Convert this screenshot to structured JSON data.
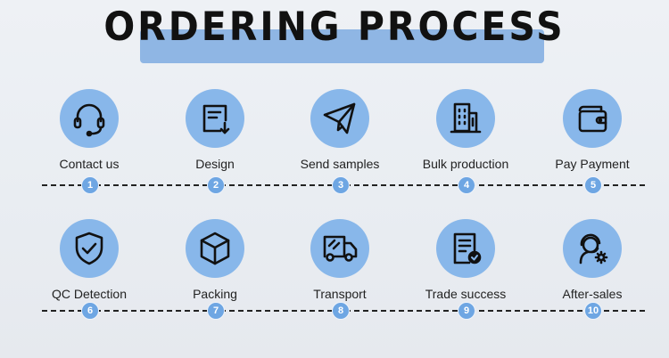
{
  "title": "ORDERING PROCESS",
  "colors": {
    "circle": "#88b7ea",
    "title_band": "#8fb6e4",
    "badge": "#6ea6e3"
  },
  "steps": [
    {
      "label": "Contact us",
      "number": "1",
      "icon": "headset-icon"
    },
    {
      "label": "Design",
      "number": "2",
      "icon": "document-download-icon"
    },
    {
      "label": "Send samples",
      "number": "3",
      "icon": "paper-plane-icon"
    },
    {
      "label": "Bulk production",
      "number": "4",
      "icon": "factory-building-icon"
    },
    {
      "label": "Pay Payment",
      "number": "5",
      "icon": "wallet-icon"
    },
    {
      "label": "QC Detection",
      "number": "6",
      "icon": "shield-check-icon"
    },
    {
      "label": "Packing",
      "number": "7",
      "icon": "box-icon"
    },
    {
      "label": "Transport",
      "number": "8",
      "icon": "truck-icon"
    },
    {
      "label": "Trade success",
      "number": "9",
      "icon": "document-check-icon"
    },
    {
      "label": "After-sales",
      "number": "10",
      "icon": "support-agent-icon"
    }
  ]
}
